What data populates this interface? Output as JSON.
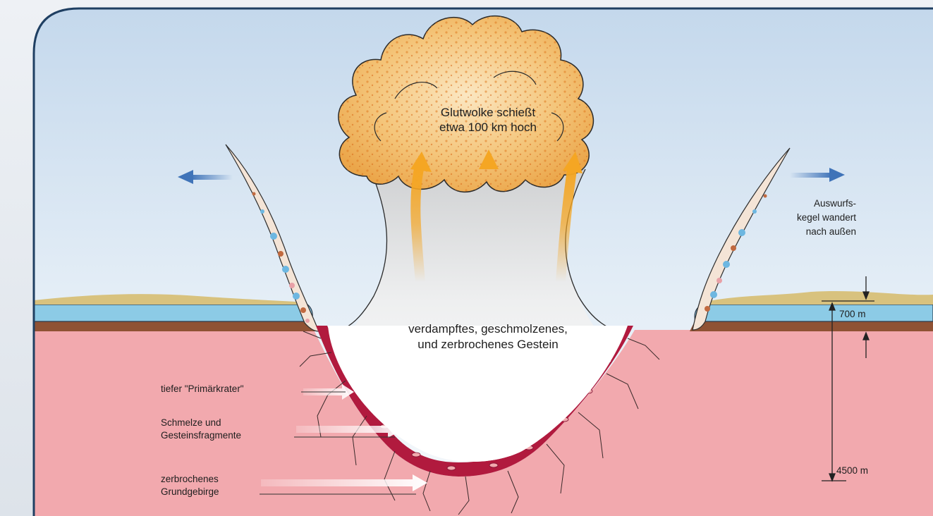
{
  "labels": {
    "cloud_line1": "Glutwolke schießt",
    "cloud_line2": "etwa 100 km hoch",
    "center_line1": "verdampftes, geschmolzenes,",
    "center_line2": "und zerbrochenes Gestein",
    "primary_crater": "tiefer \"Primärkrater\"",
    "melt_line1": "Schmelze und",
    "melt_line2": "Gesteinsfragmente",
    "basement_line1": "zerbrochenes",
    "basement_line2": "Grundgebirge",
    "ejecta_line1": "Auswurfs-",
    "ejecta_line2": "kegel wandert",
    "ejecta_line3": "nach außen",
    "depth_sediment": "700 m",
    "depth_total": "4500 m"
  },
  "colors": {
    "panel_frame": "#1f3f62",
    "sky_top": "#c4d8ec",
    "ground": "#f2a9ae",
    "water_layer": "#8ccbe6",
    "sediment_brown": "#8f5234",
    "surface_yellow": "#d8c27e",
    "melt": "#b11a3e",
    "cloud_orange": "#efb24a",
    "arrow_orange": "#f5a623",
    "arrow_blue": "#3f73b8"
  }
}
